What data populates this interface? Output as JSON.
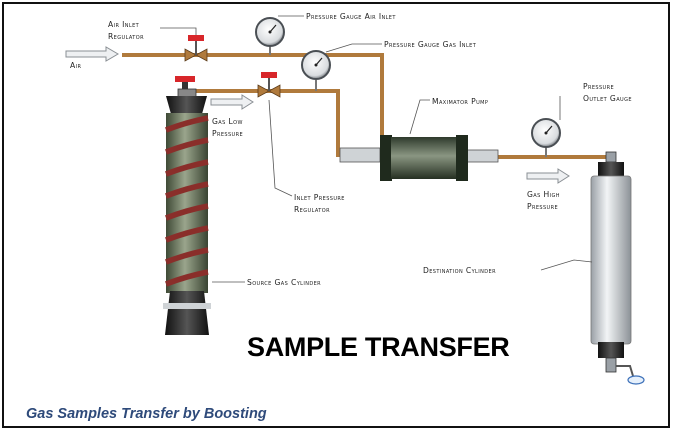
{
  "labels": {
    "air_inlet_regulator_line1": "Air Inlet",
    "air_inlet_regulator_line2": "Regulator",
    "pressure_gauge_air_inlet": "Pressure Gauge Air Inlet",
    "pressure_gauge_gas_inlet": "Pressure Gauge Gas Inlet",
    "air": "Air",
    "gas_low_pressure_line1": "Gas Low",
    "gas_low_pressure_line2": "Pressure",
    "maximator_pump": "Maximator Pump",
    "pressure_outlet_gauge_line1": "Pressure",
    "pressure_outlet_gauge_line2": "Outlet Gauge",
    "inlet_pressure_regulator_line1": "Inlet Pressure",
    "inlet_pressure_regulator_line2": "Regulator",
    "gas_high_pressure_line1": "Gas High",
    "gas_high_pressure_line2": "Pressure",
    "destination_cylinder": "Destination Cylinder",
    "source_gas_cylinder": "Source Gas Cylinder"
  },
  "heading": "SAMPLE TRANSFER",
  "caption": "Gas Samples Transfer by Boosting",
  "colors": {
    "pipe": "#b07a3c",
    "cylinder_band": "#8a2e2a",
    "cylinder_body": "#6f7f62",
    "valve_handle": "#d8262a",
    "caption": "#2e4a7a"
  },
  "icons": {
    "gauge": "pressure-gauge-icon",
    "valve": "valve-icon",
    "arrow": "flow-arrow-icon"
  }
}
